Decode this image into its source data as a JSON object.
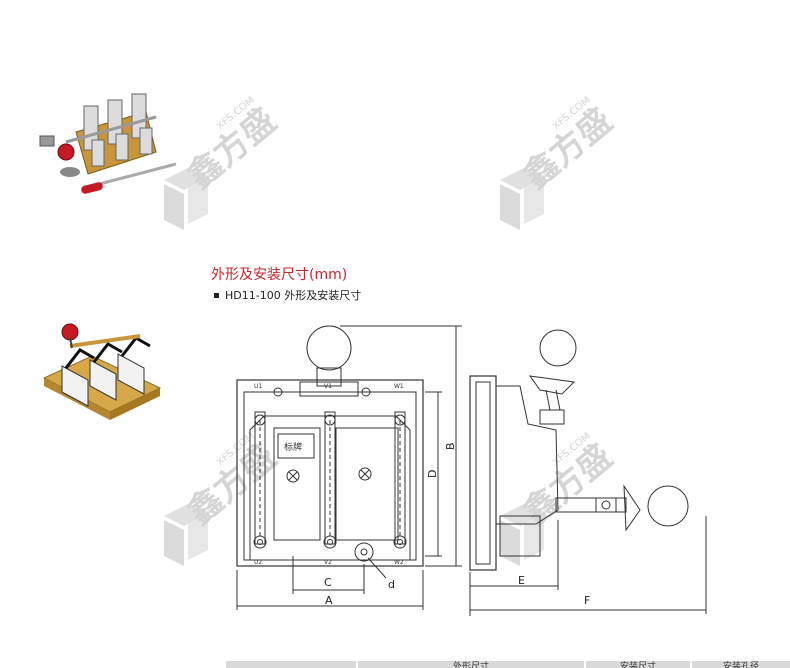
{
  "section": {
    "title": "外形及安装尺寸(mm)",
    "subtitle": "HD11-100 外形及安装尺寸"
  },
  "drawing": {
    "label_plate": "标牌",
    "terminals_top": [
      "U1",
      "V1",
      "W1"
    ],
    "terminals_bottom": [
      "U2",
      "V2",
      "W2"
    ],
    "dims": {
      "A": "A",
      "B": "B",
      "C": "C",
      "D": "D",
      "E": "E",
      "F": "F",
      "d": "d"
    }
  },
  "watermark": {
    "text": "XFS.COM",
    "brand": "鑫方盛"
  },
  "table_header": [
    "外形尺寸",
    "安装尺寸",
    "安装孔径"
  ]
}
